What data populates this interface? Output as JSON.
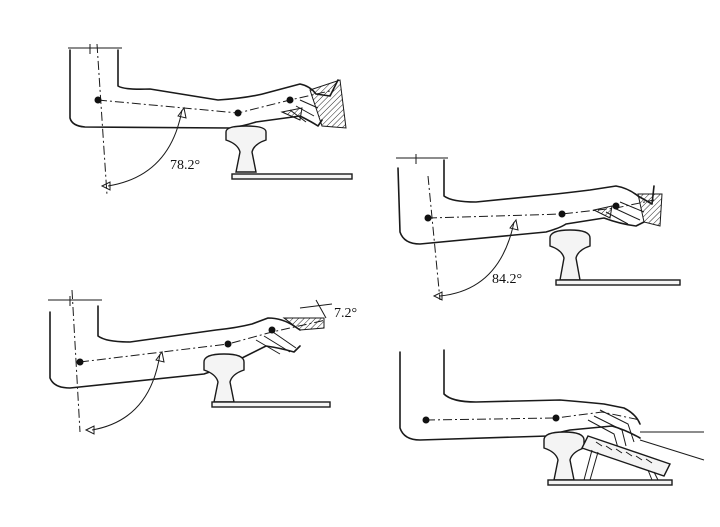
{
  "figures": [
    {
      "id": "top-left",
      "angle_label": "78.2°"
    },
    {
      "id": "middle-right",
      "angle_label": "84.2°"
    },
    {
      "id": "bottom-left",
      "angle_label": "7.2°"
    },
    {
      "id": "bottom-right",
      "angle_label": ""
    }
  ]
}
